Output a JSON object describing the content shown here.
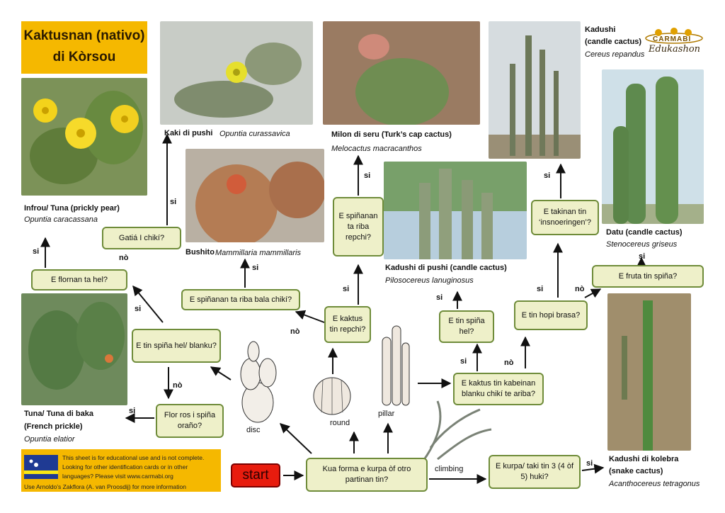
{
  "title": {
    "line1": "Kaktusnan (nativo)",
    "line2": "di Kòrsou"
  },
  "logo": {
    "name": "CARMABI",
    "sub": "Edukashon"
  },
  "start_label": "start",
  "questions": {
    "q_shape": "Kua forma e kurpa òf otro partinan tin?",
    "q_disc_spines": "E tin spiña hel/ blanku?",
    "q_flower_yellow": "E flornan ta hel?",
    "q_small_stem": "Gatiá I chikí?",
    "q_flower_pink": "Flor ros i spiña oraño?",
    "q_spines_small_ball": "E spiñanan ta riba bala chikí?",
    "q_ribs": "E kaktus tin repchi?",
    "q_spines_ribs": "E spiñanan ta riba repchi?",
    "q_white_hair": "E kaktus tin kabeinan blanku chikí te ariba?",
    "q_yellow_spines": "E tin spiña hel?",
    "q_grey_leaves": "E tin hopi brasa?",
    "q_constrictions": "E takinan tin ‘insnoeringen’?",
    "q_fruit_spines": "E fruta tin spiña?",
    "q_stem_3": "E kurpa/ taki tin 3 (4 òf 5) huki?"
  },
  "yes": "si",
  "no": "nò",
  "shapes": {
    "disc": "disc",
    "round": "round",
    "pillar": "pillar",
    "climbing": "climbing"
  },
  "species": {
    "infrou": {
      "name": "Infrou/ Tuna (prickly pear)",
      "sci": "Opuntia caracassana"
    },
    "kaki": {
      "name": "Kaki di pushi",
      "sci": "Opuntia curassavica"
    },
    "bushito": {
      "name": "Bushito",
      "sci": "Mammillaria mammillaris"
    },
    "milon": {
      "name": "Milon di seru (Turk’s cap cactus)",
      "sci": "Melocactus macracanthos"
    },
    "kadushi": {
      "name1": "Kadushi",
      "name2": "(candle cactus)",
      "sci": "Cereus repandus"
    },
    "kadushi_pushi": {
      "name": "Kadushi di pushi (candle cactus)",
      "sci": "Pilosocereus lanuginosus"
    },
    "datu": {
      "name": "Datu (candle cactus)",
      "sci": "Stenocereus griseus"
    },
    "tuna_baka": {
      "name1": "Tuna/ Tuna di baka",
      "name2": "(French prickle)",
      "sci": "Opuntia elatior"
    },
    "kolebra": {
      "name1": "Kadushi di kolebra",
      "name2": "(snake cactus)",
      "sci": "Acanthocereus tetragonus"
    }
  },
  "note": {
    "line1": "This sheet is for educational use and is not complete.",
    "line2": "Looking for other identification cards or in other",
    "line3": "languages? Please visit www.carmabi.org",
    "line4": "Use Arnoldo’s Zakflora (A. van Proosdij) for more information"
  },
  "colors": {
    "box_fill": "#eef0c9",
    "box_border": "#6f8c3a",
    "accent": "#f5b800",
    "start": "#e81c0e"
  }
}
